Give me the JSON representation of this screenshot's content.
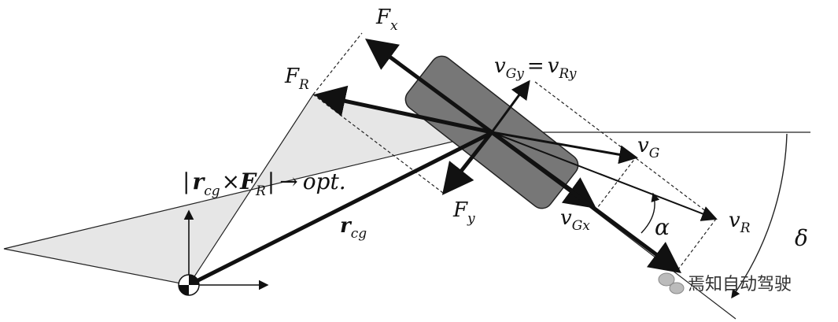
{
  "labels": {
    "fx": "F",
    "fx_sub": "x",
    "fr": "F",
    "fr_sub": "R",
    "fy": "F",
    "fy_sub": "y",
    "vgy_v": "v",
    "vgy_sub": "Gy",
    "eq": "=",
    "vry_v": "v",
    "vry_sub": "Ry",
    "vg": "v",
    "vg_sub": "G",
    "vgx": "v",
    "vgx_sub": "Gx",
    "vr": "v",
    "vr_sub": "R",
    "alpha": "α",
    "delta": "δ",
    "rcg": "r",
    "rcg_sub": "cg"
  },
  "formula": {
    "bar_left": "|",
    "r": "r",
    "r_sub": "cg",
    "times": "×",
    "f": "F",
    "f_sub": "R",
    "bar_right": "|",
    "arrow": "→",
    "opt": "opt."
  },
  "watermark": {
    "text": "焉知自动驾驶"
  }
}
